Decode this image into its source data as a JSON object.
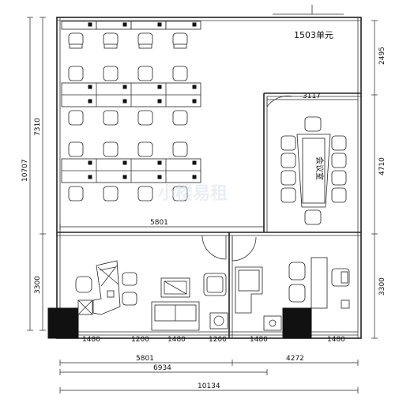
{
  "unit_label": "1503单元",
  "meeting_room_label": "会议室",
  "top_note": "",
  "watermark": "小楼易租",
  "dims": {
    "left_total": "10707",
    "left_upper": "7310",
    "left_lower": "3300",
    "right_top": "2495",
    "right_mid": "4710",
    "right_lower": "3300",
    "meeting_width": "3117",
    "corridor": "5801",
    "bottom_1": "5801",
    "bottom_2": "4272",
    "bottom_3": "6934",
    "bottom_4": "10134"
  },
  "windows": [
    "1480",
    "1200",
    "1480",
    "1200",
    "1480",
    "1480"
  ]
}
